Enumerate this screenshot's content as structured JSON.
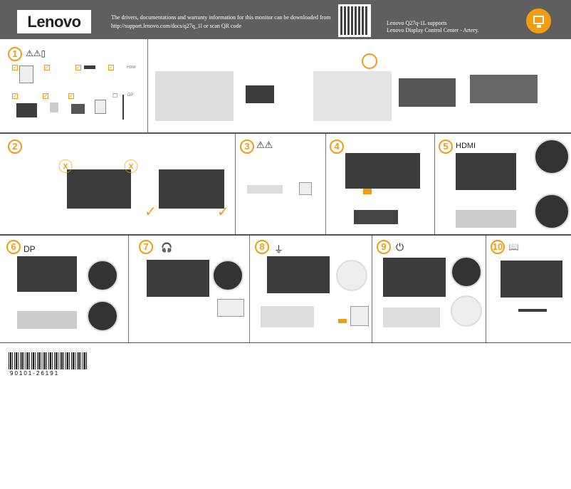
{
  "header": {
    "logo": "Lenovo",
    "info_line1": "The drivers, documentations and warranty information for this monitor can be downloaded from",
    "info_line2": "http://support.lenovo.com/docs/q27q_1l or scan QR code",
    "support_line1": "Lenovo Q27q-1L supports",
    "support_line2": "Lenovo Display Control Center - Artery."
  },
  "steps": [
    {
      "n": "1",
      "label": "",
      "cable_labels": [
        "HDMI",
        "DP"
      ]
    },
    {
      "n": "2",
      "label": ""
    },
    {
      "n": "3",
      "label": "⚠⚠"
    },
    {
      "n": "4",
      "label": ""
    },
    {
      "n": "5",
      "label": "HDMI"
    },
    {
      "n": "6",
      "label": "DP"
    },
    {
      "n": "7",
      "label": "🎧"
    },
    {
      "n": "8",
      "label": "⏚"
    },
    {
      "n": "9",
      "label": "⏻"
    },
    {
      "n": "10",
      "label": "📖"
    }
  ],
  "barcode": "90101-26191",
  "colors": {
    "accent": "#f39c12",
    "header": "#5f5f5f"
  }
}
